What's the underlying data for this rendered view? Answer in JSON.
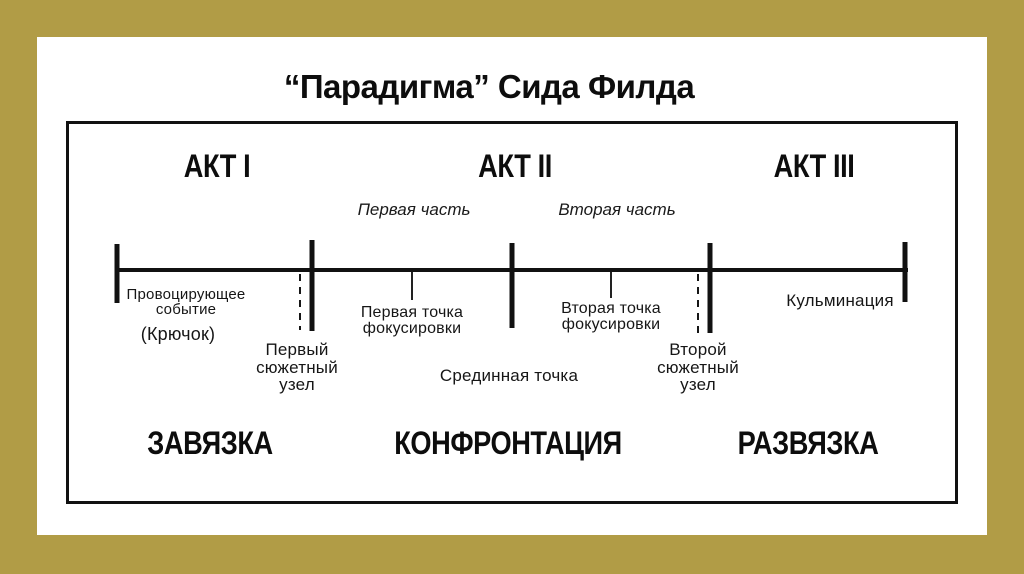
{
  "colors": {
    "frame_gold": "#b19c46",
    "canvas_white": "#ffffff",
    "ink_black": "#111111"
  },
  "title": "“Парадигма” Сида Филда",
  "acts": {
    "act1": "АКТ I",
    "act2": "АКТ II",
    "act3": "АКТ III"
  },
  "act2_parts": {
    "part1": "Первая часть",
    "part2": "Вторая часть"
  },
  "timeline": {
    "inciting_event": "Провоцирующее\nсобытие",
    "hook": "(Крючок)",
    "plot_node_1": "Первый\nсюжетный\nузел",
    "focus_point_1": "Первая точка\nфокусировки",
    "midpoint": "Срединная точка",
    "focus_point_2": "Вторая точка\nфокусировки",
    "plot_node_2": "Второй\nсюжетный\nузел",
    "climax": "Кульминация"
  },
  "stages": {
    "setup": "ЗАВЯЗКА",
    "confrontation": "КОНФРОНТАЦИЯ",
    "resolution": "РАЗВЯЗКА"
  }
}
